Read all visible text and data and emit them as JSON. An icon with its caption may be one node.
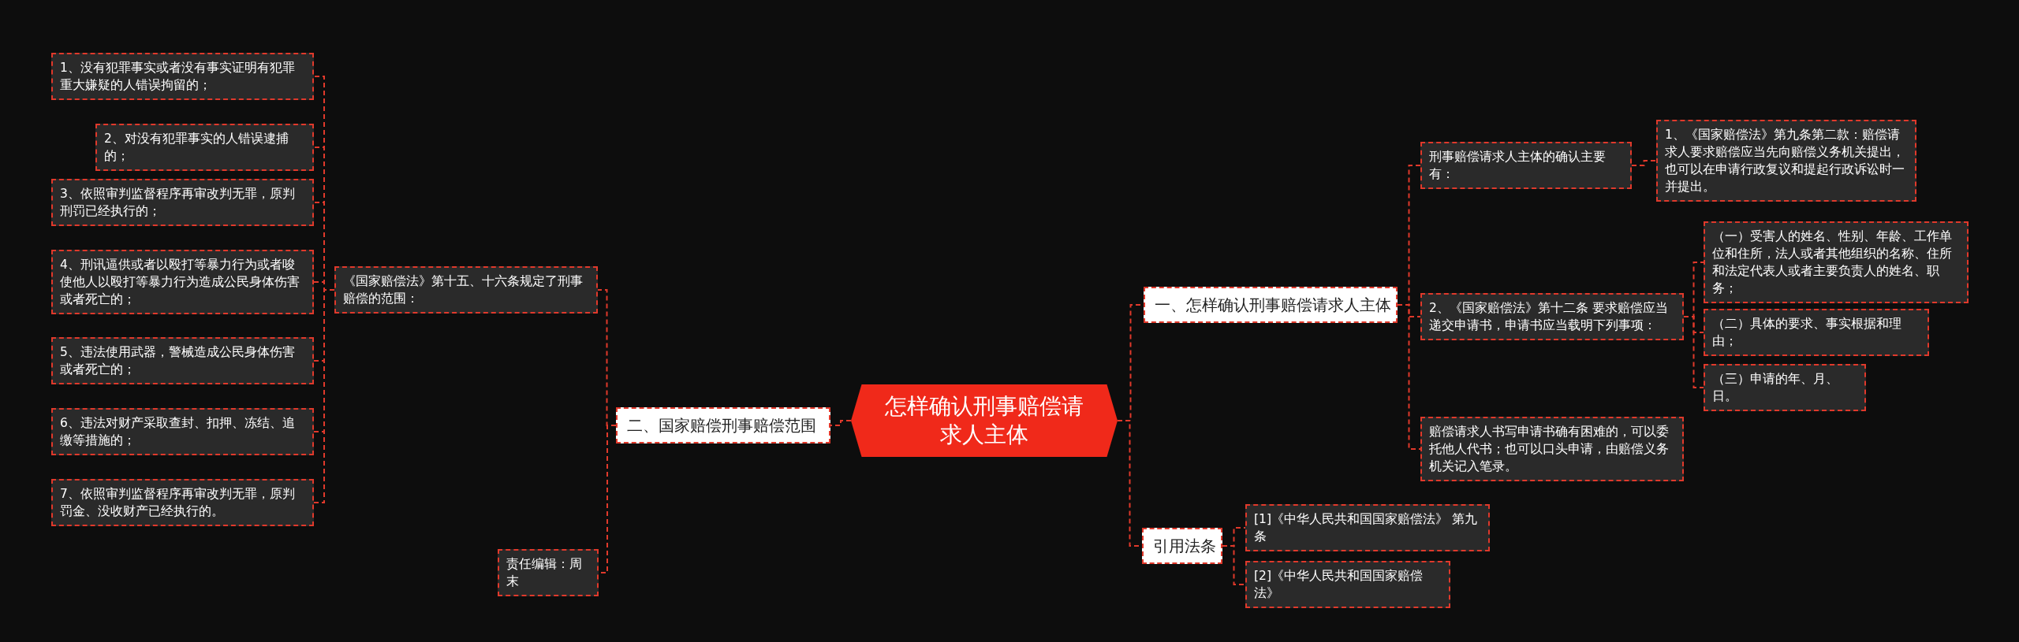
{
  "diagram": {
    "nodes": [
      {
        "text": [
          "怎样确认刑事赔偿请求人主体"
        ]
      },
      {
        "text": [
          "一、怎样确认刑事赔偿请求人主体"
        ]
      },
      {
        "text": [
          "刑事赔偿请求人主体的确认主要有："
        ]
      },
      {
        "text": [
          "1、《国家赔偿法》第九条第二款：赔偿请求人要求赔偿应当先向赔偿义务机关提出，也可以在申请行政复议和提起行政诉讼时一并提出。"
        ]
      },
      {
        "text": [
          "2、《国家赔偿法》第十二条 要求赔偿应当递交申请书，申请书应当载明下列事项："
        ]
      },
      {
        "text": [
          "（一）受害人的姓名、性别、年龄、工作单位和住所，法人或者其他组织的名称、住所和法定代表人或者主要负责人的姓名、职务；"
        ]
      },
      {
        "text": [
          "（二）具体的要求、事实根据和理由；"
        ]
      },
      {
        "text": [
          "（三）申请的年、月、日。"
        ]
      },
      {
        "text": [
          "赔偿请求人书写申请书确有困难的，可以委托他人代书；也可以口头申请，由赔偿义务机关记入笔录。"
        ]
      },
      {
        "text": [
          "引用法条"
        ]
      },
      {
        "text": [
          "[1]《中华人民共和国国家赔偿法》 第九条"
        ]
      },
      {
        "text": [
          "[2]《中华人民共和国国家赔偿法》"
        ]
      },
      {
        "text": [
          "二、国家赔偿刑事赔偿范围"
        ]
      },
      {
        "text": [
          "《国家赔偿法》第十五、十六条规定了刑事赔偿的范围："
        ]
      },
      {
        "text": [
          "1、没有犯罪事实或者没有事实证明有犯罪重大嫌疑的人错误拘留的；"
        ]
      },
      {
        "text": [
          "2、对没有犯罪事实的人错误逮捕的；"
        ]
      },
      {
        "text": [
          "3、依照审判监督程序再审改判无罪，原判刑罚已经执行的；"
        ]
      },
      {
        "text": [
          "4、刑讯逼供或者以殴打等暴力行为或者唆使他人以殴打等暴力行为造成公民身体伤害或者死亡的；"
        ]
      },
      {
        "text": [
          "5、违法使用武器，警械造成公民身体伤害或者死亡的；"
        ]
      },
      {
        "text": [
          "6、违法对财产采取查封、扣押、冻结、追缴等措施的；"
        ]
      },
      {
        "text": [
          "7、依照审判监督程序再审改判无罪，原判罚金、没收财产已经执行的。"
        ]
      },
      {
        "text": [
          "责任编辑：周末"
        ]
      }
    ],
    "edges": [
      {
        "from": 0,
        "to": 1,
        "arrow": "none"
      },
      {
        "from": 1,
        "to": 2,
        "arrow": "none"
      },
      {
        "from": 2,
        "to": 3,
        "arrow": "none"
      },
      {
        "from": 1,
        "to": 4,
        "arrow": "none"
      },
      {
        "from": 4,
        "to": 5,
        "arrow": "none"
      },
      {
        "from": 4,
        "to": 6,
        "arrow": "none"
      },
      {
        "from": 4,
        "to": 7,
        "arrow": "none"
      },
      {
        "from": 1,
        "to": 8,
        "arrow": "none"
      },
      {
        "from": 0,
        "to": 9,
        "arrow": "none"
      },
      {
        "from": 9,
        "to": 10,
        "arrow": "none"
      },
      {
        "from": 9,
        "to": 11,
        "arrow": "none"
      },
      {
        "from": 0,
        "to": 12,
        "arrow": "none"
      },
      {
        "from": 12,
        "to": 13,
        "arrow": "none"
      },
      {
        "from": 13,
        "to": 14,
        "arrow": "none"
      },
      {
        "from": 13,
        "to": 15,
        "arrow": "none"
      },
      {
        "from": 13,
        "to": 16,
        "arrow": "none"
      },
      {
        "from": 13,
        "to": 17,
        "arrow": "none"
      },
      {
        "from": 13,
        "to": 18,
        "arrow": "none"
      },
      {
        "from": 13,
        "to": 19,
        "arrow": "none"
      },
      {
        "from": 13,
        "to": 20,
        "arrow": "none"
      },
      {
        "from": 12,
        "to": 21,
        "arrow": "none"
      }
    ]
  }
}
